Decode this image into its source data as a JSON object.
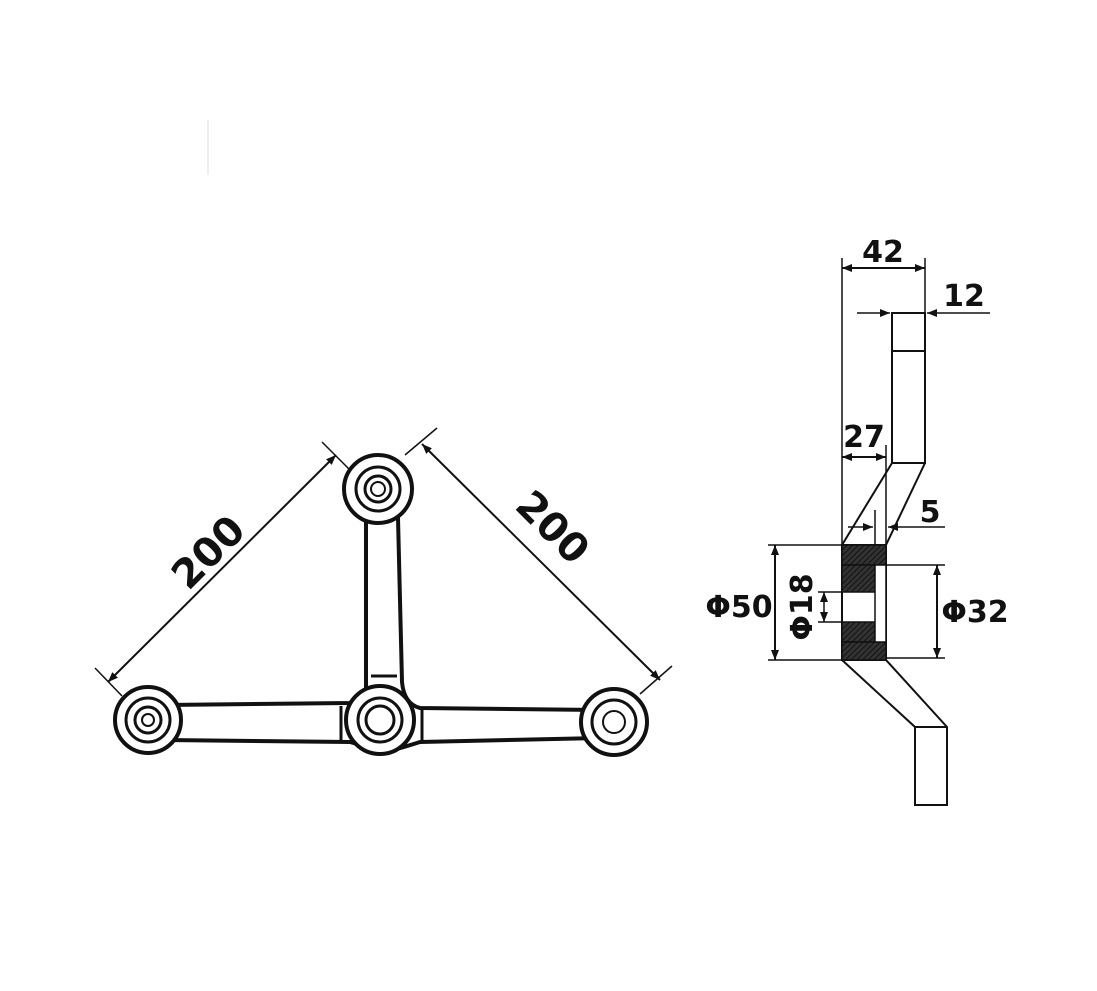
{
  "front_view": {
    "dim_left": "200",
    "dim_right": "200"
  },
  "side_view": {
    "dim_42": "42",
    "dim_12": "12",
    "dim_27": "27",
    "dim_5": "5",
    "dim_d50": "Φ50",
    "dim_d18": "Φ18",
    "dim_d32": "Φ32"
  },
  "colors": {
    "ink": "#111111",
    "background": "#ffffff"
  }
}
